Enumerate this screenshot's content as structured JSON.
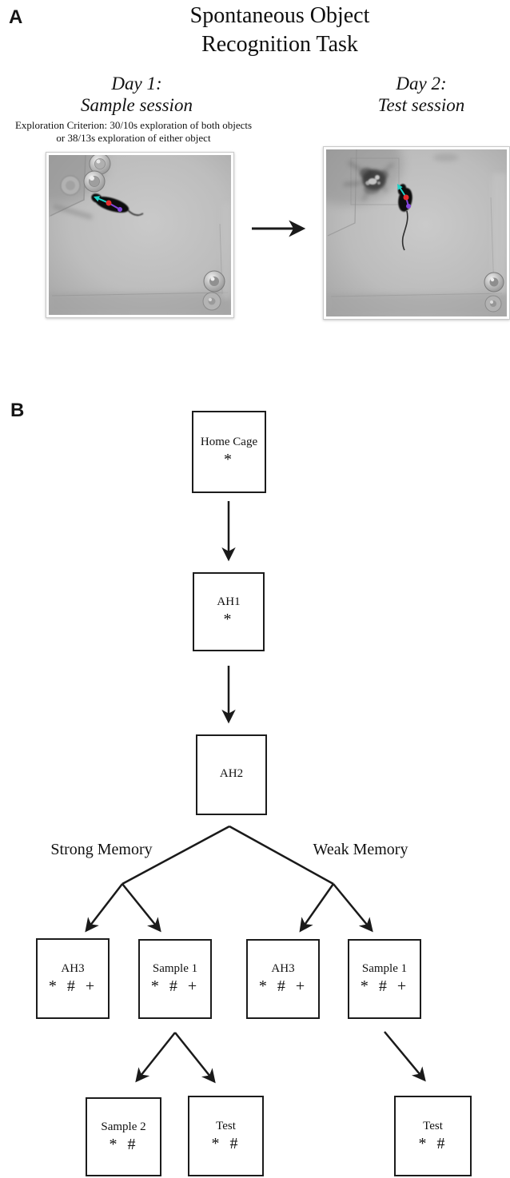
{
  "panel_a": {
    "label": "A",
    "title": {
      "line1": "Spontaneous Object",
      "line2": "Recognition Task"
    },
    "day1": {
      "line1": "Day 1:",
      "line2": "Sample session"
    },
    "day2": {
      "line1": "Day 2:",
      "line2": "Test session"
    },
    "criterion": {
      "line1": "Exploration Criterion: 30/10s exploration of both objects",
      "line2": "or 38/13s exploration of either object"
    }
  },
  "panel_b": {
    "label": "B",
    "branch_labels": {
      "strong": "Strong Memory",
      "weak": "Weak Memory"
    },
    "boxes": [
      {
        "id": "home-cage",
        "label": "Home Cage",
        "symbols": "*"
      },
      {
        "id": "ah1",
        "label": "AH1",
        "symbols": "*"
      },
      {
        "id": "ah2",
        "label": "AH2",
        "symbols": ""
      },
      {
        "id": "ah3-strong",
        "label": "AH3",
        "symbols": "* # +"
      },
      {
        "id": "sample1-strong",
        "label": "Sample 1",
        "symbols": "* # +"
      },
      {
        "id": "ah3-weak",
        "label": "AH3",
        "symbols": "* # +"
      },
      {
        "id": "sample1-weak",
        "label": "Sample 1",
        "symbols": "* # +"
      },
      {
        "id": "sample2",
        "label": "Sample 2",
        "symbols": "* #"
      },
      {
        "id": "test-strong",
        "label": "Test",
        "symbols": "* #"
      },
      {
        "id": "test-weak",
        "label": "Test",
        "symbols": "* #"
      }
    ]
  },
  "colors": {
    "head_marker": "#1fd2c8",
    "body_marker": "#e62e2e",
    "tail_marker": "#8447dd",
    "line_color": "#1a1a1a"
  }
}
